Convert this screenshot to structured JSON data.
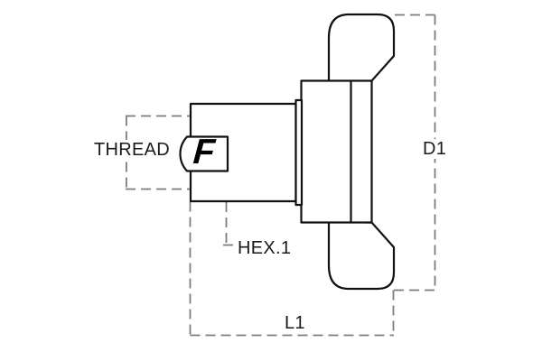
{
  "diagram": {
    "kind": "technical-drawing",
    "subject": "wing-knob-side-view",
    "labels": {
      "thread": "THREAD",
      "hex": "HEX.1",
      "d1": "D1",
      "l1": "L1"
    },
    "logo_letter": "F",
    "colors": {
      "outline": "#111111",
      "dimension_line": "#7d7d7d",
      "text": "#1a1a1a",
      "background": "#ffffff"
    }
  }
}
